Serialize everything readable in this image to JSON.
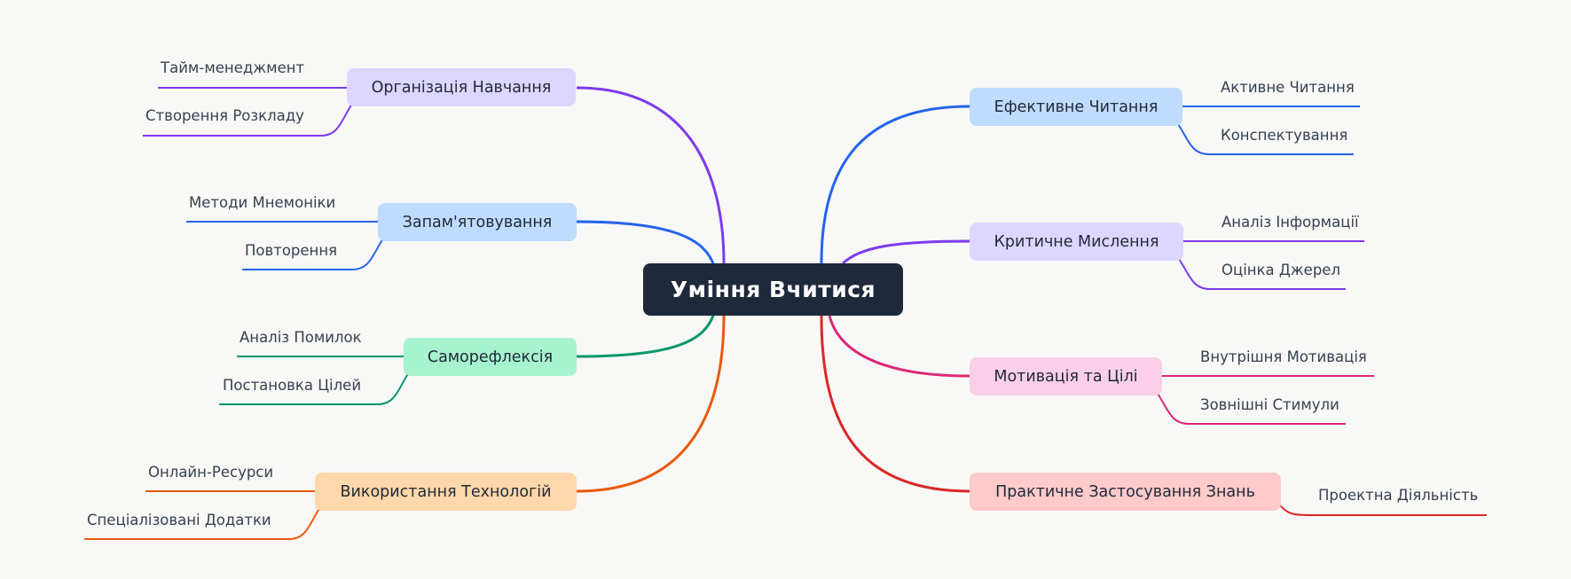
{
  "root": {
    "label": "Уміння Вчитися"
  },
  "colors": {
    "purple": "#7c3aed",
    "blue": "#2563eb",
    "green": "#059669",
    "orange": "#ea580c",
    "pink": "#db2777",
    "red": "#dc2626",
    "root": "#1e293b",
    "background": "#f8f8f6"
  },
  "left_branches": [
    {
      "label": "Організація Навчання",
      "color": "#7c3aed",
      "fill": "#ddd6fe",
      "children": [
        {
          "label": "Тайм-менеджмент"
        },
        {
          "label": "Створення Розкладу"
        }
      ]
    },
    {
      "label": "Запам'ятовування",
      "color": "#2563eb",
      "fill": "#bfdbfe",
      "children": [
        {
          "label": "Методи Мнемоніки"
        },
        {
          "label": "Повторення"
        }
      ]
    },
    {
      "label": "Саморефлексія",
      "color": "#059669",
      "fill": "#a7f3d0",
      "children": [
        {
          "label": "Аналіз Помилок"
        },
        {
          "label": "Постановка Цілей"
        }
      ]
    },
    {
      "label": "Використання Технологій",
      "color": "#ea580c",
      "fill": "#fed7aa",
      "children": [
        {
          "label": "Онлайн-Ресурси"
        },
        {
          "label": "Спеціалізовані Додатки"
        }
      ]
    }
  ],
  "right_branches": [
    {
      "label": "Ефективне Читання",
      "color": "#2563eb",
      "fill": "#bfdbfe",
      "children": [
        {
          "label": "Активне Читання"
        },
        {
          "label": "Конспектування"
        }
      ]
    },
    {
      "label": "Критичне Мислення",
      "color": "#7c3aed",
      "fill": "#ddd6fe",
      "children": [
        {
          "label": "Аналіз Інформації"
        },
        {
          "label": "Оцінка Джерел"
        }
      ]
    },
    {
      "label": "Мотивація та Цілі",
      "color": "#db2777",
      "fill": "#fbcfe8",
      "children": [
        {
          "label": "Внутрішня Мотивація"
        },
        {
          "label": "Зовнішні Стимули"
        }
      ]
    },
    {
      "label": "Практичне Застосування Знань",
      "color": "#dc2626",
      "fill": "#fecaca",
      "children": [
        {
          "label": "Проектна Діяльність"
        }
      ]
    }
  ]
}
